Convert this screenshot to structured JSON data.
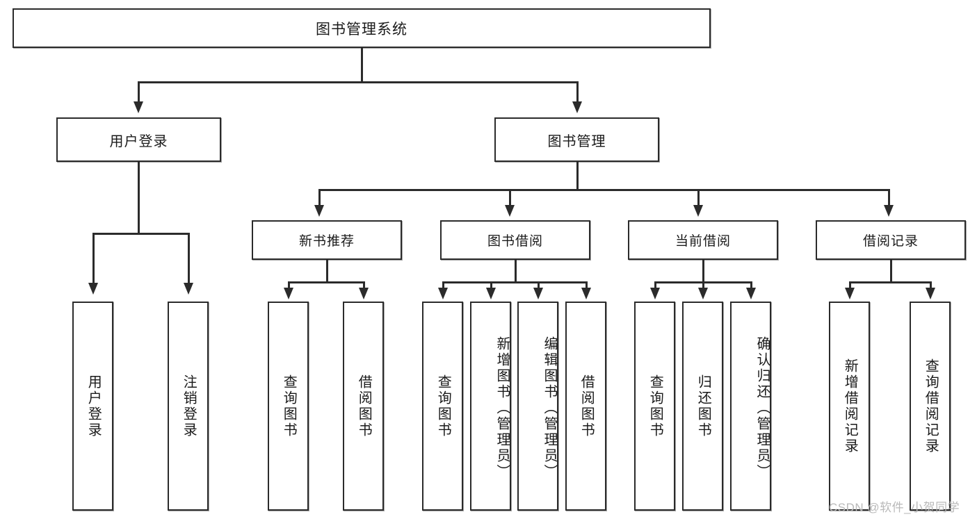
{
  "diagram": {
    "type": "tree",
    "orientation": "top-down",
    "root": {
      "label": "图书管理系统"
    },
    "level2": [
      {
        "label": "用户登录"
      },
      {
        "label": "图书管理"
      }
    ],
    "level3": [
      {
        "label": "新书推荐"
      },
      {
        "label": "图书借阅"
      },
      {
        "label": "当前借阅"
      },
      {
        "label": "借阅记录"
      }
    ],
    "leaves": {
      "user_login": [
        {
          "label": "用户登录"
        },
        {
          "label": "注销登录"
        }
      ],
      "new_book_recommend": [
        {
          "label": "查询图书"
        },
        {
          "label": "借阅图书"
        }
      ],
      "book_borrow": [
        {
          "label": "查询图书"
        },
        {
          "label": "新增图书（管理员）"
        },
        {
          "label": "编辑图书（管理员）"
        },
        {
          "label": "借阅图书"
        }
      ],
      "current_borrow": [
        {
          "label": "查询图书"
        },
        {
          "label": "归还图书"
        },
        {
          "label": "确认归还（管理员）"
        }
      ],
      "borrow_record": [
        {
          "label": "新增借阅记录"
        },
        {
          "label": "查询借阅记录"
        }
      ]
    }
  },
  "watermark": {
    "text": "CSDN @软件_小贺同学"
  },
  "colors": {
    "stroke": "#2b2b2b",
    "fill": "#ffffff",
    "text": "#1a1a1a",
    "watermark": "#b9b9b9"
  }
}
